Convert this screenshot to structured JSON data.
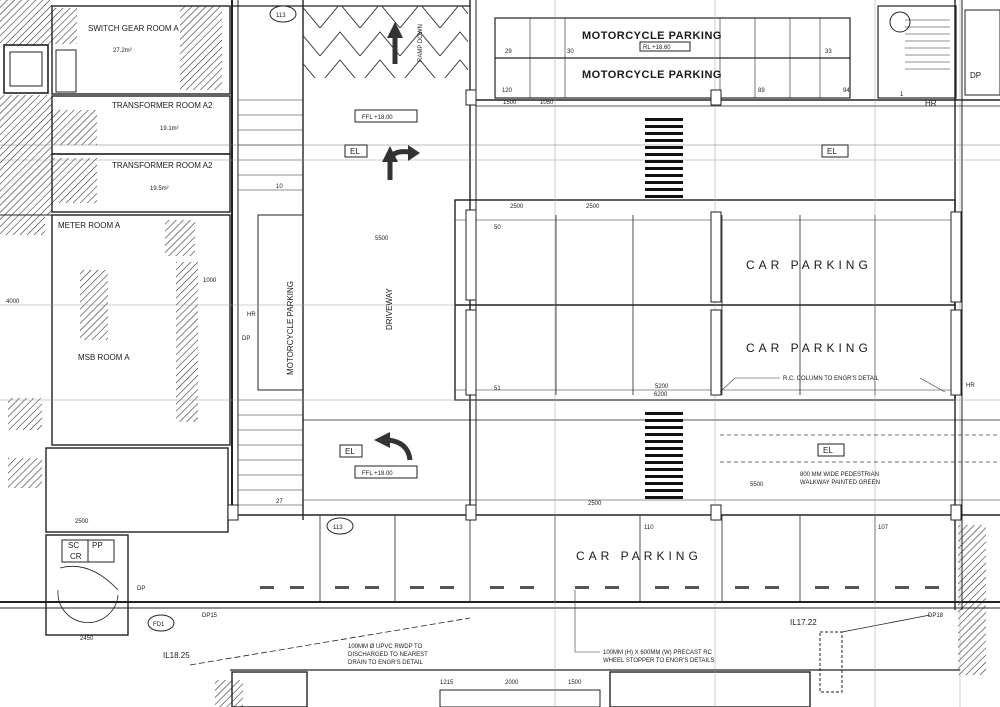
{
  "rooms": {
    "switch_gear": "SWITCH GEAR ROOM A",
    "switch_gear_area": "27.2m²",
    "transformer_a2": "TRANSFORMER ROOM A2",
    "transformer_a2_area": "19.1m²",
    "transformer_a2b": "TRANSFORMER ROOM A2",
    "transformer_a2b_area": "19.5m²",
    "meter": "METER ROOM A",
    "msb": "MSB ROOM A",
    "lift_sc": "SC",
    "lift_pp": "PP",
    "lift_cr": "CR"
  },
  "parking": {
    "moto_top_1": "MOTORCYCLE PARKING",
    "moto_top_2": "MOTORCYCLE PARKING",
    "moto_vertical": "MOTORCYCLE PARKING",
    "car_1": "CAR PARKING",
    "car_2": "CAR PARKING",
    "car_bottom": "CAR PARKING",
    "driveway": "DRIVEWAY",
    "ramp": "RAMP DOWN"
  },
  "levels": {
    "ffl_top": "FFL +18.00",
    "ffl_bottom": "FFL +18.00",
    "rl_moto": "RL +18.60",
    "il_left": "IL18.25",
    "il_right": "IL17.22"
  },
  "tags": {
    "el_1": "EL",
    "el_2": "EL",
    "el_3": "EL",
    "el_4": "EL",
    "hr_1": "HR",
    "hr_2": "HR",
    "hr_3": "HR",
    "dp_1": "DP",
    "dp_2": "DP",
    "dp_3": "DP",
    "fd": "FD1",
    "dp15": "DP15",
    "dp18": "DP18",
    "circle_top": "113",
    "circle_bottom": "113"
  },
  "bay_numbers": {
    "b29": "29",
    "b30": "30",
    "b33": "33",
    "b120": "120",
    "b89": "89",
    "b94": "94",
    "b50": "50",
    "b51": "51",
    "b110": "110",
    "b107": "107",
    "b1": "1",
    "b27": "27",
    "b10": "10"
  },
  "dims": {
    "d1": "2500",
    "d2": "2500",
    "d3": "2500",
    "d4": "5500",
    "d5": "2500",
    "d6": "2450",
    "d7": "5200",
    "d8": "1500",
    "d9": "1050",
    "d10": "1215",
    "d11": "2000",
    "d12": "1500",
    "d13": "5500",
    "d14": "4000",
    "d15": "1000",
    "d16": "6200"
  },
  "notes": {
    "column": "R.C. COLUMN TO ENGR'S DETAIL",
    "walkway_1": "800 MM WIDE PEDESTRIAN",
    "walkway_2": "WALKWAY PAINTED GREEN",
    "drain_1": "100MM Ø UPVC RWDP TO",
    "drain_2": "DISCHARGED TO NEAREST",
    "drain_3": "DRAIN TO ENGR'S DETAIL",
    "stopper_1": "100MM (H) X 600MM (W) PRECAST RC",
    "stopper_2": "WHEEL STOPPER TO ENGR'S DETAILS"
  }
}
